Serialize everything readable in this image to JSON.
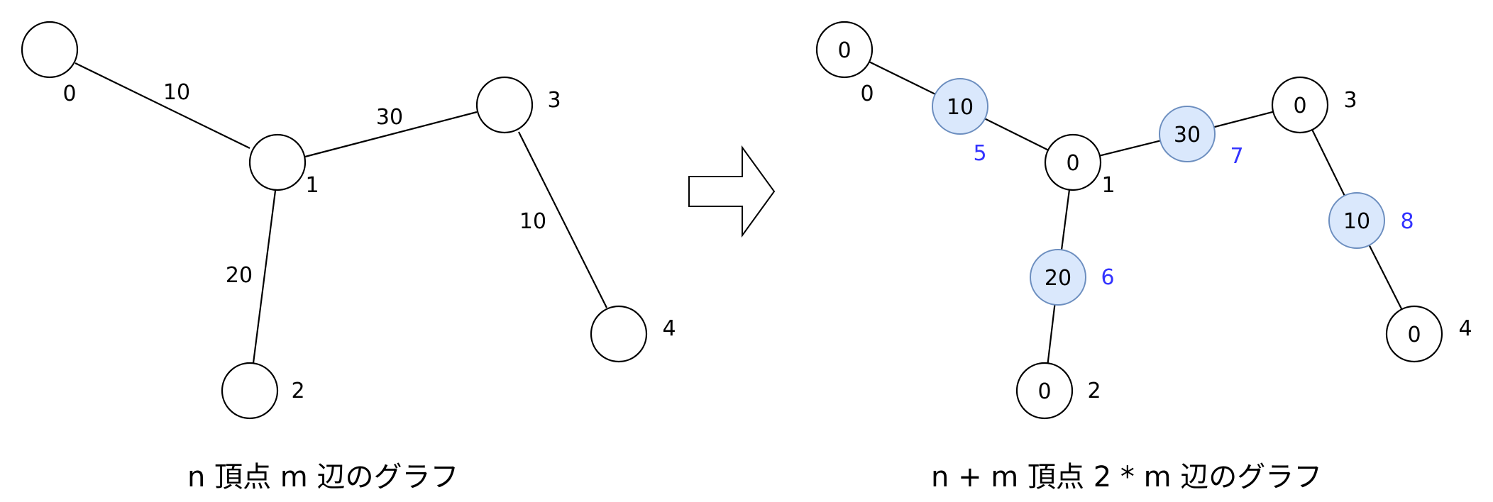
{
  "left": {
    "caption": "n 頂点 m 辺のグラフ",
    "vertices": [
      {
        "id": "v0",
        "label": "0"
      },
      {
        "id": "v1",
        "label": "1"
      },
      {
        "id": "v2",
        "label": "2"
      },
      {
        "id": "v3",
        "label": "3"
      },
      {
        "id": "v4",
        "label": "4"
      }
    ],
    "edges": [
      {
        "from": "v0",
        "to": "v1",
        "weight": "10"
      },
      {
        "from": "v1",
        "to": "v3",
        "weight": "30"
      },
      {
        "from": "v1",
        "to": "v2",
        "weight": "20"
      },
      {
        "from": "v3",
        "to": "v4",
        "weight": "10"
      }
    ]
  },
  "right": {
    "caption": "n + m 頂点 2 * m 辺のグラフ",
    "vertices": [
      {
        "id": "v0",
        "value": "0",
        "label": "0"
      },
      {
        "id": "v1",
        "value": "0",
        "label": "1"
      },
      {
        "id": "v2",
        "value": "0",
        "label": "2"
      },
      {
        "id": "v3",
        "value": "0",
        "label": "3"
      },
      {
        "id": "v4",
        "value": "0",
        "label": "4"
      }
    ],
    "edge_vertices": [
      {
        "id": "e5",
        "value": "10",
        "label": "5"
      },
      {
        "id": "e6",
        "value": "20",
        "label": "6"
      },
      {
        "id": "e7",
        "value": "30",
        "label": "7"
      },
      {
        "id": "e8",
        "value": "10",
        "label": "8"
      }
    ]
  },
  "colors": {
    "edge_vertex_fill": "#dae8fc",
    "edge_vertex_stroke": "#6c8ebf",
    "edge_vertex_label": "#3333ff"
  }
}
